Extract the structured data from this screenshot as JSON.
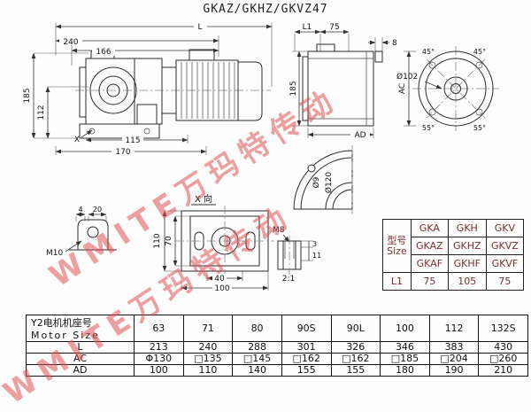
{
  "title": "GKAZ/GKHZ/GKVZ47",
  "watermark": "WMITE万玛特传动",
  "colors": {
    "line": "#2a2a2a",
    "watermark_red": "#e05050",
    "model_table_text": "#7a3030"
  },
  "dims": {
    "L": "L",
    "n240": "240",
    "n166": "166",
    "n185": "185",
    "n112": "112",
    "X": "X",
    "n115": "115",
    "n170": "170",
    "L1": "L1",
    "n75": "75",
    "n8": "8",
    "AC": "AC",
    "AD": "AD",
    "d102": "Ø102",
    "a45": "45°",
    "a55": "55°",
    "x_view": "X 向",
    "n110": "110",
    "n70": "70",
    "n40": "40",
    "n100": "100",
    "M10": "M10",
    "n4": "4",
    "n20": "20",
    "M8": "M8",
    "n3": "3",
    "n11": "11",
    "scale": "2:1",
    "d9": "Ø9",
    "d120": "Ø120"
  },
  "model_table": {
    "header_cn": "型号",
    "header_en": "Size",
    "rows": [
      [
        "GKA",
        "GKH",
        "GKV"
      ],
      [
        "GKAZ",
        "GKHZ",
        "GKVZ"
      ],
      [
        "GKAF",
        "GKHF",
        "GKVF"
      ]
    ],
    "l1_label": "L1",
    "l1_values": [
      "75",
      "105",
      "75"
    ]
  },
  "size_table": {
    "header_cn": "Y2电机机座号",
    "header_en": "Motor Size",
    "columns": [
      "63",
      "71",
      "80",
      "90S",
      "90L",
      "100",
      "112",
      "132S"
    ],
    "rows": [
      {
        "label": "L",
        "values": [
          "213",
          "240",
          "288",
          "301",
          "326",
          "346",
          "383",
          "430"
        ]
      },
      {
        "label": "AC",
        "values": [
          "Φ130",
          "□135",
          "□145",
          "□162",
          "□162",
          "□185",
          "□204",
          "□260"
        ]
      },
      {
        "label": "AD",
        "values": [
          "100",
          "110",
          "140",
          "155",
          "155",
          "180",
          "190",
          "210"
        ]
      }
    ]
  }
}
